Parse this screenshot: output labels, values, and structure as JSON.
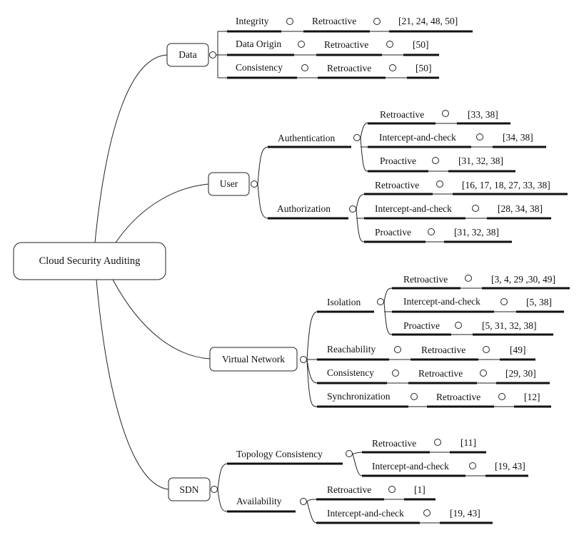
{
  "root": "Cloud Security Auditing",
  "branches": [
    {
      "label": "Data",
      "items": [
        {
          "name": "Integrity",
          "method": "Retroactive",
          "refs": "[21, 24, 48, 50]"
        },
        {
          "name": "Data Origin",
          "method": "Retroactive",
          "refs": "[50]"
        },
        {
          "name": "Consistency",
          "method": "Retroactive",
          "refs": "[50]"
        }
      ]
    },
    {
      "label": "User",
      "groups": [
        {
          "name": "Authentication",
          "methods": [
            {
              "method": "Retroactive",
              "refs": "[33, 38]"
            },
            {
              "method": "Intercept-and-check",
              "refs": "[34, 38]"
            },
            {
              "method": "Proactive",
              "refs": "[31, 32, 38]"
            }
          ]
        },
        {
          "name": "Authorization",
          "methods": [
            {
              "method": "Retroactive",
              "refs": "[16, 17, 18, 27, 33, 38]"
            },
            {
              "method": "Intercept-and-check",
              "refs": "[28, 34, 38]"
            },
            {
              "method": "Proactive",
              "refs": "[31, 32, 38]"
            }
          ]
        }
      ]
    },
    {
      "label": "Virtual Network",
      "groups": [
        {
          "name": "Isolation",
          "methods": [
            {
              "method": "Retroactive",
              "refs": "[3, 4, 29 ,30, 49]"
            },
            {
              "method": "Intercept-and-check",
              "refs": "[5, 38]"
            },
            {
              "method": "Proactive",
              "refs": "[5, 31, 32, 38]"
            }
          ]
        }
      ],
      "items": [
        {
          "name": "Reachability",
          "method": "Retroactive",
          "refs": "[49]"
        },
        {
          "name": "Consistency",
          "method": "Retroactive",
          "refs": "[29, 30]"
        },
        {
          "name": "Synchronization",
          "method": "Retroactive",
          "refs": "[12]"
        }
      ]
    },
    {
      "label": "SDN",
      "groups": [
        {
          "name": "Topology Consistency",
          "methods": [
            {
              "method": "Retroactive",
              "refs": "[11]"
            },
            {
              "method": "Intercept-and-check",
              "refs": "[19, 43]"
            }
          ]
        },
        {
          "name": "Availability",
          "methods": [
            {
              "method": "Retroactive",
              "refs": "[1]"
            },
            {
              "method": "Intercept-and-check",
              "refs": "[19, 43]"
            }
          ]
        }
      ]
    }
  ]
}
